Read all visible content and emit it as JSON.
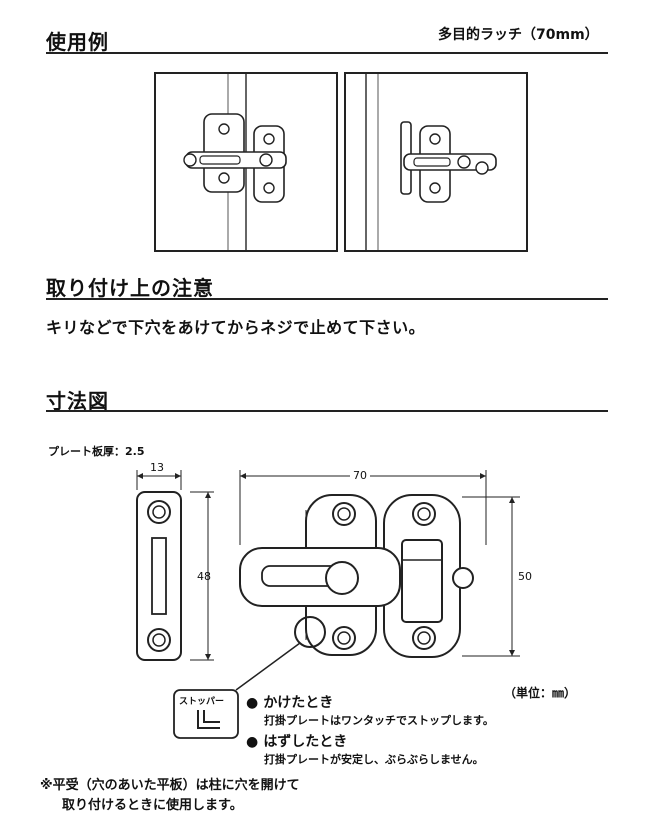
{
  "sections": {
    "usage": {
      "title": "使用例",
      "product": "多目的ラッチ（70mm）"
    },
    "caution": {
      "title": "取り付け上の注意",
      "text": "キリなどで下穴をあけてからネジで止めて下さい。"
    },
    "dims": {
      "title": "寸法図",
      "plate_thickness": "プレート板厚：2.5",
      "dim_13": "13",
      "dim_48": "48",
      "dim_70": "70",
      "dim_50": "50",
      "unit": "（単位：㎜）",
      "stopper_label": "ストッパー",
      "lock_title": "かけたとき",
      "lock_desc": "打掛プレートはワンタッチでストップします。",
      "unlock_title": "はずしたとき",
      "unlock_desc": "打掛プレートが安定し、ぶらぶらしません。",
      "footnote_1": "※平受（穴のあいた平板）は柱に穴を開けて",
      "footnote_2": "取り付けるときに使用します。"
    }
  },
  "colors": {
    "ink": "#222222",
    "metal": "#ffffff"
  }
}
